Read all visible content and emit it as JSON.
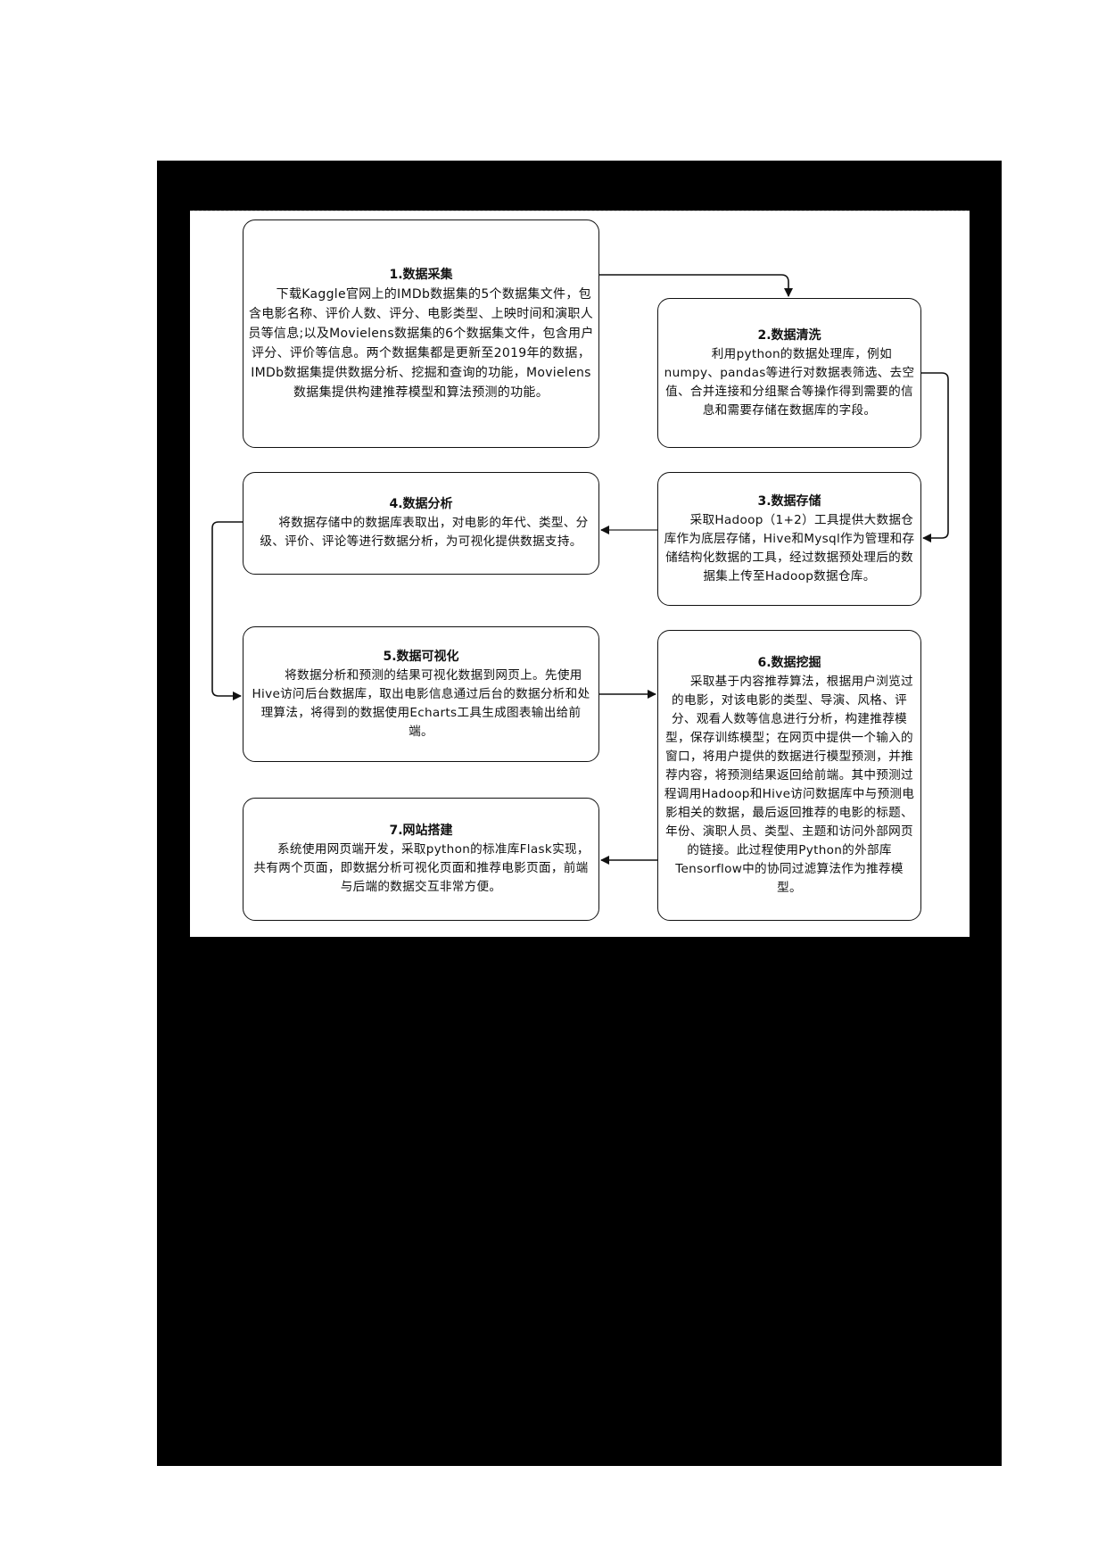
{
  "diagram": {
    "type": "flowchart",
    "steps": [
      {
        "id": 1,
        "title": "1.数据采集",
        "body": "　　下载Kaggle官网上的IMDb数据集的5个数据集文件，包含电影名称、评价人数、评分、电影类型、上映时间和演职人员等信息;以及Movielens数据集的6个数据集文件，包含用户评分、评价等信息。两个数据集都是更新至2019年的数据，IMDb数据集提供数据分析、挖掘和查询的功能，Movielens数据集提供构建推荐模型和算法预测的功能。"
      },
      {
        "id": 2,
        "title": "2.数据清洗",
        "body": "　　利用python的数据处理库，例如numpy、pandas等进行对数据表筛选、去空值、合并连接和分组聚合等操作得到需要的信息和需要存储在数据库的字段。"
      },
      {
        "id": 3,
        "title": "3.数据存储",
        "body": "　　采取Hadoop（1+2）工具提供大数据仓库作为底层存储，Hive和Mysql作为管理和存储结构化数据的工具，经过数据预处理后的数据集上传至Hadoop数据仓库。"
      },
      {
        "id": 4,
        "title": "4.数据分析",
        "body": "　　将数据存储中的数据库表取出，对电影的年代、类型、分级、评价、评论等进行数据分析，为可视化提供数据支持。"
      },
      {
        "id": 5,
        "title": "5.数据可视化",
        "body": "　　将数据分析和预测的结果可视化数据到网页上。先使用Hive访问后台数据库，取出电影信息通过后台的数据分析和处理算法，将得到的数据使用Echarts工具生成图表输出给前端。"
      },
      {
        "id": 6,
        "title": "6.数据挖掘",
        "body": "　　采取基于内容推荐算法，根据用户浏览过的电影，对该电影的类型、导演、风格、评分、观看人数等信息进行分析，构建推荐模型，保存训练模型；在网页中提供一个输入的窗口，将用户提供的数据进行模型预测，并推荐内容，将预测结果返回给前端。其中预测过程调用Hadoop和Hive访问数据库中与预测电影相关的数据，最后返回推荐的电影的标题、年份、演职人员、类型、主题和访问外部网页的链接。此过程使用Python的外部库Tensorflow中的协同过滤算法作为推荐模型。"
      },
      {
        "id": 7,
        "title": "7.网站搭建",
        "body": "　　系统使用网页端开发，采取python的标准库Flask实现，共有两个页面，即数据分析可视化页面和推荐电影页面，前端与后端的数据交互非常方便。"
      }
    ],
    "edges": [
      {
        "from": 1,
        "to": 2
      },
      {
        "from": 2,
        "to": 3
      },
      {
        "from": 3,
        "to": 4
      },
      {
        "from": 4,
        "to": 5
      },
      {
        "from": 5,
        "to": 6
      },
      {
        "from": 6,
        "to": 7
      }
    ],
    "colors": {
      "frame": "#000000",
      "canvas": "#ffffff",
      "stroke": "#111111"
    }
  }
}
